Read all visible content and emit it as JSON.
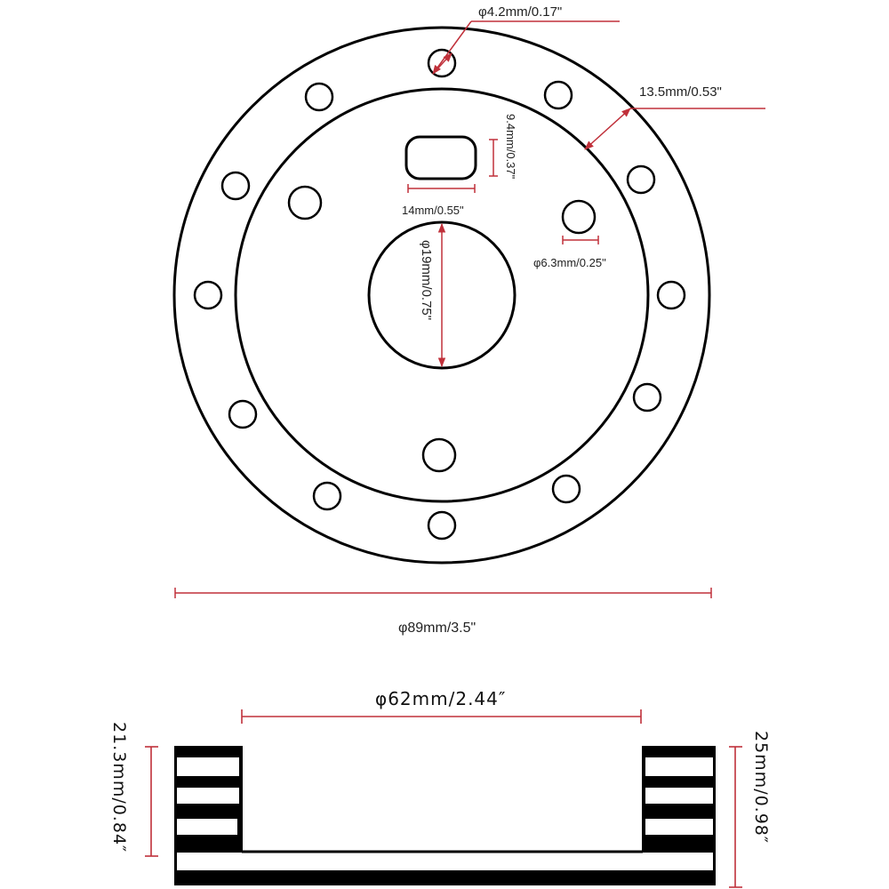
{
  "colors": {
    "outline": "#000000",
    "dimension_line": "#c0303a",
    "background": "#ffffff"
  },
  "top_view": {
    "mounting_hole_label": "φ4.2mm/0.17\"",
    "ring_width_label": "13.5mm/0.53\"",
    "slot_height_label": "9.4mm/0.37\"",
    "slot_width_label": "14mm/0.55\"",
    "pin_hole_label": "φ6.3mm/0.25\"",
    "center_bore_label": "φ19mm/0.75\"",
    "outer_diameter_label": "φ89mm/3.5\""
  },
  "side_view": {
    "inner_diameter_label": "φ62mm/2.44″",
    "inner_height_label": "21.3mm/0.84″",
    "outer_height_label": "25mm/0.98″"
  }
}
